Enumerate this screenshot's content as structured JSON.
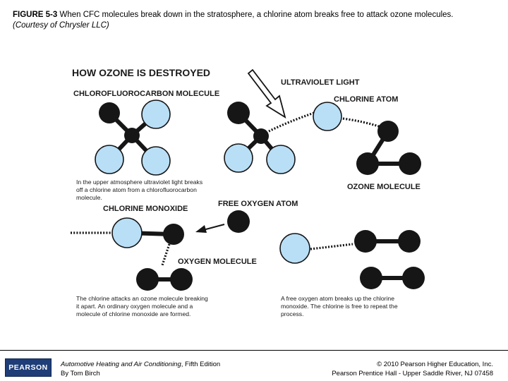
{
  "caption": {
    "figure_label": "FIGURE 5-3",
    "text": " When CFC molecules break down in the stratosphere, a chlorine atom breaks free to attack ozone molecules.",
    "credit": "(Courtesy of Chrysler LLC)"
  },
  "diagram": {
    "title": "HOW OZONE IS DESTROYED",
    "labels": {
      "cfc": "CHLOROFLUOROCARBON MOLECULE",
      "uv": "ULTRAVIOLET LIGHT",
      "chlorine_atom": "CHLORINE ATOM",
      "ozone": "OZONE MOLECULE",
      "chlorine_monoxide": "CHLORINE MONOXIDE",
      "free_oxygen": "FREE OXYGEN ATOM",
      "oxygen_molecule": "OXYGEN MOLECULE"
    },
    "notes": {
      "step1": [
        "In the upper atmosphere ultraviolet light breaks",
        "off a chlorine atom from a chlorofluorocarbon",
        "molecule."
      ],
      "step2": [
        "The chlorine attacks an ozone molecule breaking",
        "it apart. An ordinary oxygen molecule and a",
        "molecule of chlorine monoxide are formed."
      ],
      "step3": [
        "A free oxygen atom breaks up the chlorine",
        "monoxide. The chlorine is free to repeat the",
        "process."
      ]
    },
    "colors": {
      "light_atom": "#b9dff7",
      "dark_atom": "#161616"
    }
  },
  "footer": {
    "logo": "PEARSON",
    "book_title": "Automotive Heating and Air Conditioning",
    "book_edition": ", Fifth Edition",
    "author": "By Tom Birch",
    "copyright": "© 2010 Pearson Higher Education, Inc.",
    "publisher": "Pearson Prentice Hall - Upper Saddle River, NJ 07458"
  }
}
